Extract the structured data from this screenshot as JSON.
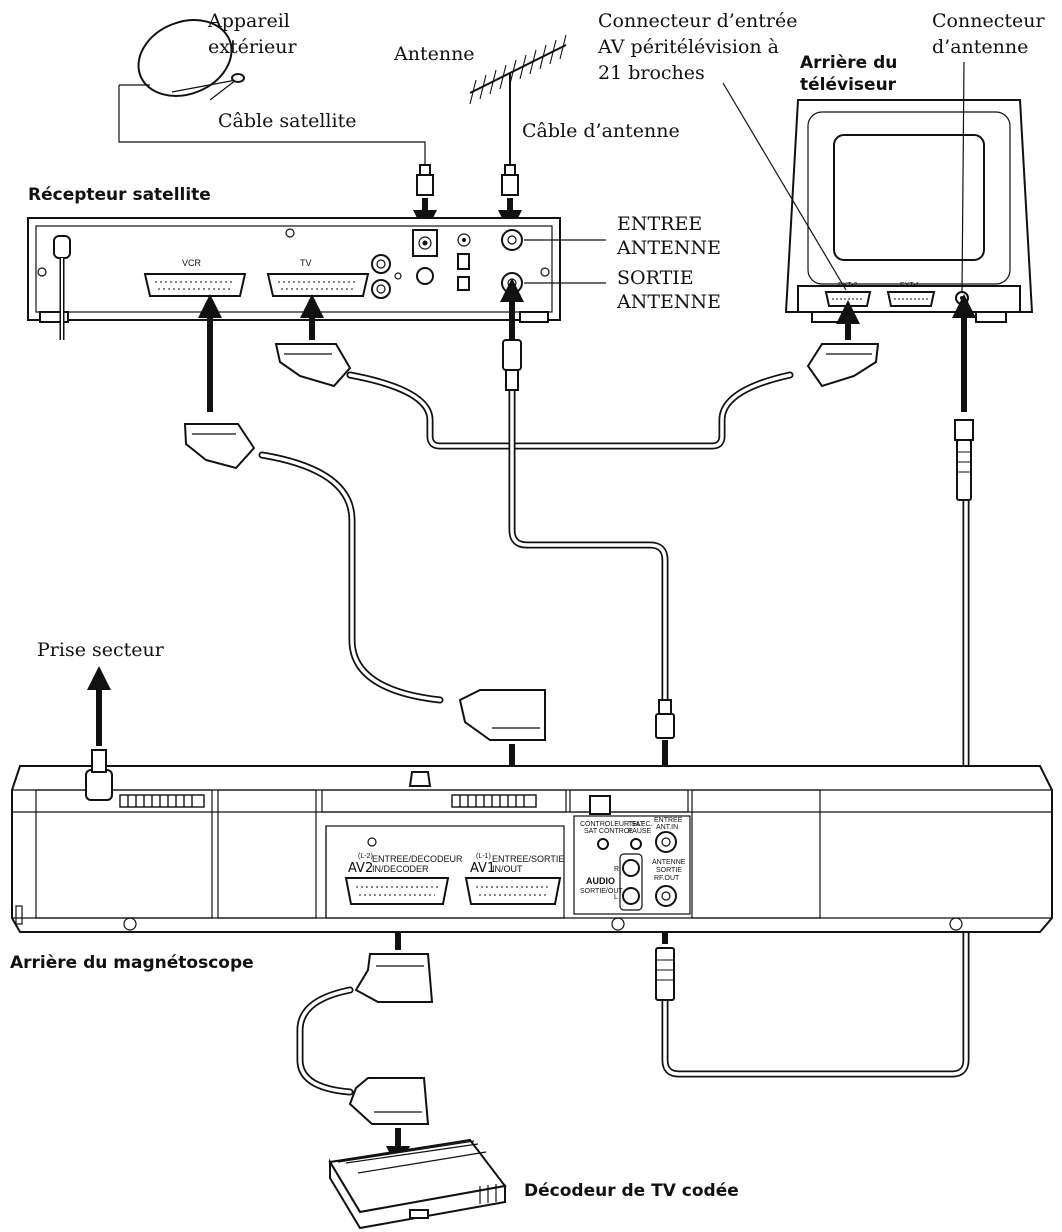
{
  "labels": {
    "outdoor_unit": [
      "Appareil",
      "extérieur"
    ],
    "antenna": "Antenne",
    "satellite_cable": "Câble satellite",
    "antenna_cable": "Câble d’antenne",
    "satellite_receiver": "Récepteur satellite",
    "scart_connector": [
      "Connecteur d’entrée",
      "AV péritélévision à",
      "21 broches"
    ],
    "tv_rear": [
      "Arrière du",
      "téléviseur"
    ],
    "antenna_connector": [
      "Connecteur",
      "d’antenne"
    ],
    "antenna_in": [
      "ENTREE",
      "ANTENNE"
    ],
    "antenna_out": [
      "SORTIE",
      "ANTENNE"
    ],
    "mains_outlet": "Prise secteur",
    "vcr_rear": "Arrière du magnétoscope",
    "decoder": "Décodeur de TV codée"
  },
  "receiver_ports": {
    "vcr": "VCR",
    "tv": "TV"
  },
  "tv_ports": {
    "ext2": "EXT-2",
    "ext1": "EXT-1"
  },
  "vcr_panel": {
    "av2_number": "(L-2)",
    "av2": "AV2",
    "av2_desc": [
      "ENTREE/DECODEUR",
      "IN/DECODER"
    ],
    "av1_number": "(L-1)",
    "av1": "AV1",
    "av1_desc": [
      "ENTREE/SORTIE",
      "IN/OUT"
    ],
    "sat_control": [
      "CONTROLEUR SAT",
      "SAT CONTROL"
    ],
    "tele_pause": [
      "TELEC.",
      "PAUSE"
    ],
    "antenna_in": [
      "ENTREE",
      "ANT.IN"
    ],
    "antenna_out": [
      "ANTENNE",
      "SORTIE",
      "RF.OUT"
    ],
    "audio": "AUDIO",
    "audio_out": "SORTIE/OUT",
    "audio_r": "R",
    "audio_l": "L"
  }
}
